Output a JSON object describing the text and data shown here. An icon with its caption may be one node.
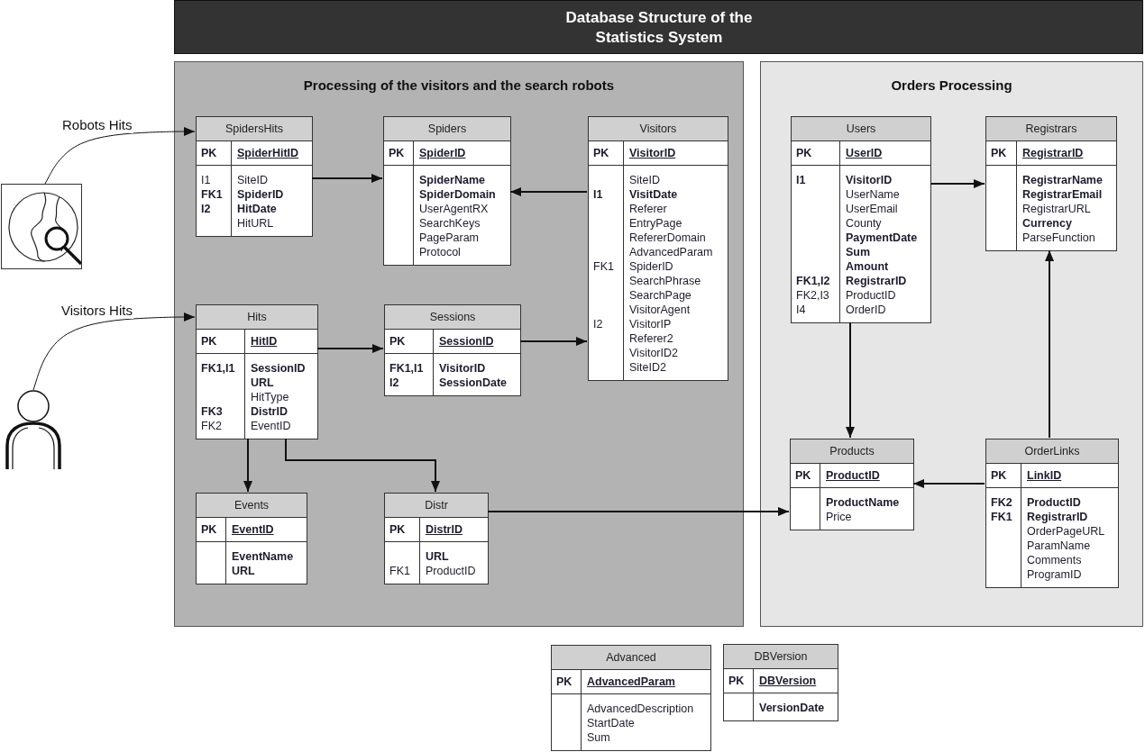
{
  "diagram": {
    "title": "Database Structure of the Statistics System",
    "nodes": [
      {
        "text": [],
        "shape": "picture"
      },
      {
        "text": [],
        "shape": "person"
      },
      {
        "text": [
          "Processing of the visitors and the search robots"
        ]
      },
      {
        "text": [
          "SpidersHits",
          "PK",
          "SpiderHitID",
          "I1",
          "SiteID",
          "FK1",
          "SpiderID",
          "I2",
          "HitDate",
          "HitURL"
        ],
        "in": 2
      },
      {
        "text": [
          "Spiders",
          "PK",
          "SpiderID",
          "SpiderName",
          "SpiderDomain",
          "UserAgentRX",
          "SearchKeys",
          "PageParam",
          "Protocol"
        ],
        "in": 2
      },
      {
        "text": [
          "Visitors",
          "PK",
          "VisitorID",
          "SiteID",
          "I1",
          "VisitDate",
          "Referer",
          "EntryPage",
          "RefererDomain",
          "AdvancedParam",
          "FK1",
          "SpiderID",
          "SearchPhrase",
          "SearchPage",
          "VisitorAgent",
          "I2",
          "VisitorIP",
          "Referer2",
          "VisitorID2",
          "SiteID2"
        ],
        "in": 2
      },
      {
        "text": [
          "Hits",
          "PK",
          "HitID",
          "FK1,I1",
          "SessionID",
          "URL",
          "HitType",
          "FK3",
          "DistrID",
          "FK2",
          "EventID"
        ],
        "in": 2
      },
      {
        "text": [
          "Sessions",
          "PK",
          "SessionID",
          "FK1,I1",
          "VisitorID",
          "I2",
          "SessionDate"
        ],
        "in": 2
      },
      {
        "text": [
          "Events",
          "PK",
          "EventID",
          "EventName",
          "URL"
        ],
        "in": 2
      },
      {
        "text": [
          "Distr",
          "PK",
          "DistrID",
          "URL",
          "FK1",
          "ProductID"
        ],
        "in": 2
      },
      {
        "text": [
          "Orders Processing"
        ]
      },
      {
        "text": [
          "Users",
          "PK",
          "UserID",
          "I1",
          "VisitorID",
          "UserName",
          "UserEmail",
          "County",
          "PaymentDate",
          "Sum",
          "Amount",
          "FK1,I2",
          "RegistrarID",
          "FK2,I3",
          "ProductID",
          "I4",
          "OrderID"
        ],
        "in": 10
      },
      {
        "text": [
          "Registrars",
          "PK",
          "RegistrarID",
          "RegistrarName",
          "RegistrarEmail",
          "RegistrarURL",
          "Currency",
          "ParseFunction"
        ],
        "in": 10
      },
      {
        "text": [
          "Products",
          "PK",
          "ProductID",
          "ProductName",
          "Price"
        ],
        "in": 10
      },
      {
        "text": [
          "OrderLinks",
          "PK",
          "LinkID",
          "FK2",
          "ProductID",
          "FK1",
          "RegistrarID",
          "OrderPageURL",
          "ParamName",
          "Comments",
          "ProgramID"
        ],
        "in": 10
      },
      {
        "text": [
          "Advanced",
          "PK",
          "AdvancedParam",
          "AdvancedDescription",
          "StartDate",
          "Sum"
        ]
      },
      {
        "text": [
          "DBVersion",
          "PK",
          "DBVersion",
          "VersionDate"
        ]
      }
    ],
    "edges": [
      {
        "from": 0,
        "to": 3,
        "arrow": "to",
        "label": "Robots Hits"
      },
      {
        "from": 1,
        "to": 6,
        "arrow": "to",
        "label": "Visitors Hits"
      },
      {
        "from": 3,
        "to": 4,
        "arrow": "to"
      },
      {
        "from": 5,
        "to": 4,
        "arrow": "to"
      },
      {
        "from": 6,
        "to": 7,
        "arrow": "to"
      },
      {
        "from": 7,
        "to": 5,
        "arrow": "to"
      },
      {
        "from": 6,
        "to": 8,
        "arrow": "to"
      },
      {
        "from": 6,
        "to": 9,
        "arrow": "to"
      },
      {
        "from": 9,
        "to": 13,
        "arrow": "to"
      },
      {
        "from": 11,
        "to": 12,
        "arrow": "to"
      },
      {
        "from": 11,
        "to": 13,
        "arrow": "to"
      },
      {
        "from": 14,
        "to": 13,
        "arrow": "to"
      },
      {
        "from": 14,
        "to": 12,
        "arrow": "to"
      }
    ]
  }
}
